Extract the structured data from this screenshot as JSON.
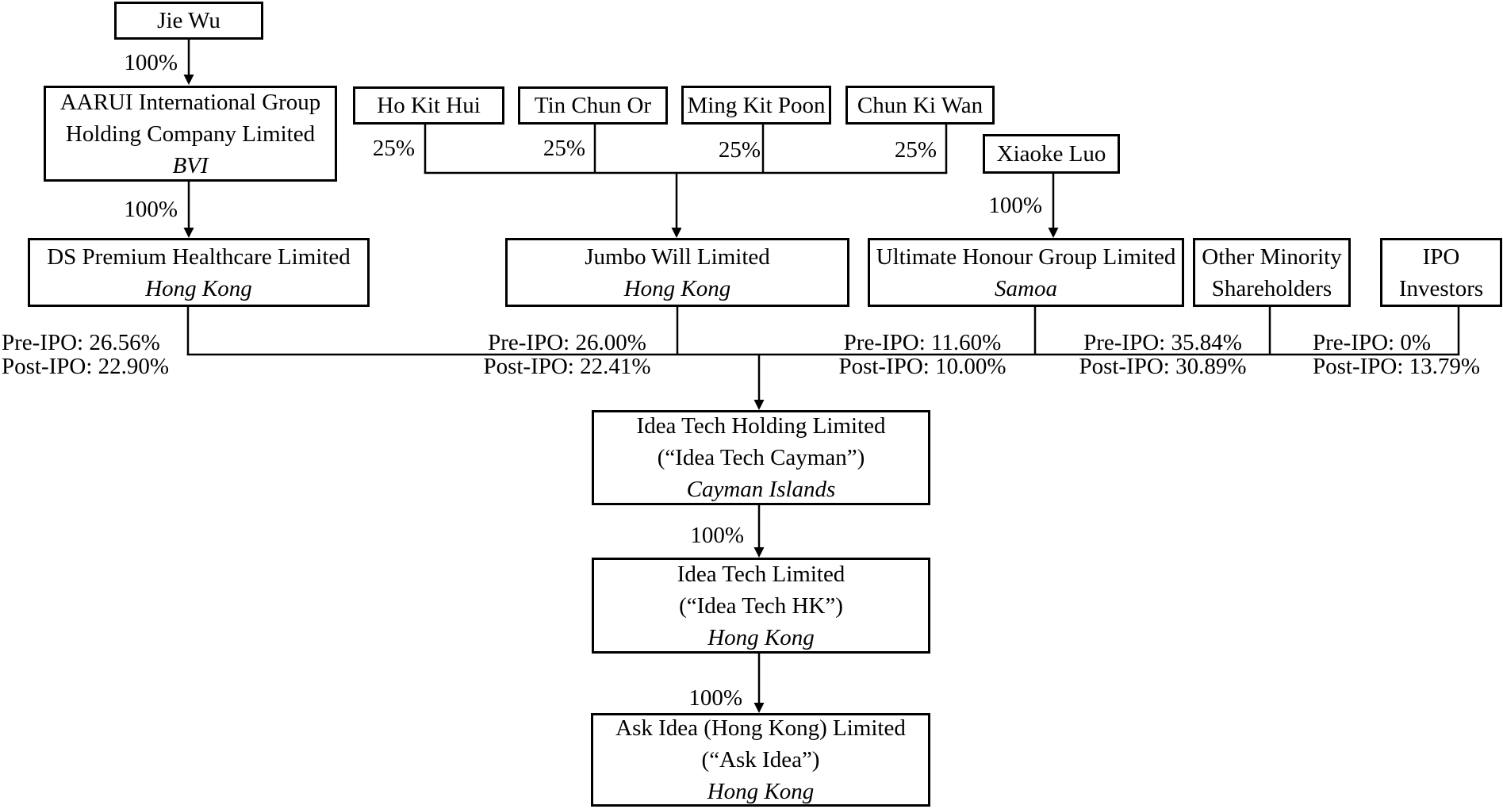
{
  "nodes": {
    "jie_wu": {
      "name": "Jie Wu"
    },
    "aarui": {
      "name_line1": "AARUI International Group",
      "name_line2": "Holding Company Limited",
      "jurisdiction": "BVI"
    },
    "ho_kit_hui": {
      "name": "Ho Kit Hui"
    },
    "tin_chun_or": {
      "name": "Tin Chun Or"
    },
    "ming_kit_poon": {
      "name": "Ming Kit Poon"
    },
    "chun_ki_wan": {
      "name": "Chun Ki Wan"
    },
    "xiaoke_luo": {
      "name": "Xiaoke Luo"
    },
    "ds_premium": {
      "name": "DS Premium Healthcare Limited",
      "jurisdiction": "Hong Kong"
    },
    "jumbo_will": {
      "name": "Jumbo Will Limited",
      "jurisdiction": "Hong Kong"
    },
    "ultimate_honour": {
      "name": "Ultimate Honour Group Limited",
      "jurisdiction": "Samoa"
    },
    "other_minority": {
      "name_line1": "Other Minority",
      "name_line2": "Shareholders"
    },
    "ipo_investors": {
      "name_line1": "IPO",
      "name_line2": "Investors"
    },
    "idea_tech_cayman": {
      "name": "Idea Tech Holding Limited",
      "alias": "(“Idea Tech Cayman”)",
      "jurisdiction": "Cayman Islands"
    },
    "idea_tech_hk": {
      "name": "Idea Tech Limited",
      "alias": "(“Idea Tech HK”)",
      "jurisdiction": "Hong Kong"
    },
    "ask_idea": {
      "name": "Ask Idea (Hong Kong) Limited",
      "alias": "(“Ask Idea”)",
      "jurisdiction": "Hong Kong"
    }
  },
  "edge_labels": {
    "jie_to_aarui": "100%",
    "aarui_to_ds": "100%",
    "ho_to_jumbo": "25%",
    "tin_to_jumbo": "25%",
    "ming_to_jumbo": "25%",
    "chun_to_jumbo": "25%",
    "xiaoke_to_ultimate": "100%",
    "cayman_to_hk": "100%",
    "hk_to_askidea": "100%"
  },
  "stakes": [
    {
      "holder": "DS Premium Healthcare Limited",
      "pre": "Pre-IPO: 26.56%",
      "post": "Post-IPO: 22.90%"
    },
    {
      "holder": "Jumbo Will Limited",
      "pre": "Pre-IPO: 26.00%",
      "post": "Post-IPO: 22.41%"
    },
    {
      "holder": "Ultimate Honour Group Limited",
      "pre": "Pre-IPO: 11.60%",
      "post": "Post-IPO: 10.00%"
    },
    {
      "holder": "Other Minority Shareholders",
      "pre": "Pre-IPO: 35.84%",
      "post": "Post-IPO: 30.89%"
    },
    {
      "holder": "IPO Investors",
      "pre": "Pre-IPO: 0%",
      "post": "Post-IPO: 13.79%"
    }
  ],
  "colors": {
    "line": "#000000",
    "background": "#ffffff",
    "text": "#000000"
  }
}
